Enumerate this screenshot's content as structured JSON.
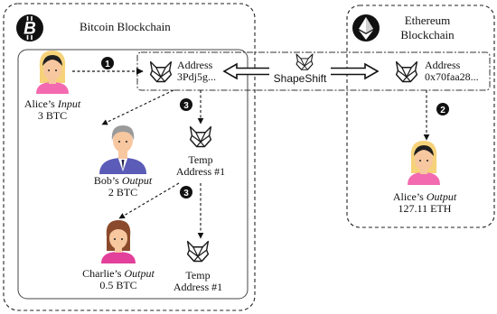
{
  "bitcoin": {
    "title": "Bitcoin Blockchain",
    "logo_icon": "bitcoin-logo-icon"
  },
  "ethereum": {
    "title_line1": "Ethereum",
    "title_line2": "Blockchain",
    "logo_icon": "ethereum-logo-icon"
  },
  "alice_input": {
    "name_prefix": "Alice’s ",
    "name_emph": "Input",
    "amount": "3 BTC",
    "icon": "woman-avatar-icon"
  },
  "btc_address": {
    "label": "Address",
    "value": "3Pdj5g...",
    "icon": "fox-icon"
  },
  "shapeshift": {
    "label": "ShapeShift",
    "icon": "fox-icon"
  },
  "eth_address": {
    "label": "Address",
    "value": "0x70faa28...",
    "icon": "fox-icon"
  },
  "bob_output": {
    "name_prefix": "Bob’s ",
    "name_emph": "Output",
    "amount": "2 BTC",
    "icon": "man-avatar-icon"
  },
  "temp1": {
    "line1": "Temp",
    "line2": "Address #1",
    "icon": "fox-icon"
  },
  "charlie_output": {
    "name_prefix": "Charlie’s ",
    "name_emph": "Output",
    "amount": "0.5 BTC",
    "icon": "woman-avatar-icon"
  },
  "temp2": {
    "line1": "Temp",
    "line2": "Address #1",
    "icon": "fox-icon"
  },
  "alice_output": {
    "name_prefix": "Alice’s ",
    "name_emph": "Output",
    "amount": "127.11 ETH",
    "icon": "woman-avatar-icon"
  },
  "steps": {
    "one": "1",
    "two": "2",
    "three": "3"
  },
  "colors": {
    "alice": "#f36ab0",
    "alice_hair": "#f6d27a",
    "bob": "#5b5bb8",
    "bob_hair": "#9a9a9a",
    "charlie": "#e2409a",
    "charlie_hair": "#8b4a2b",
    "skin": "#f7c7a0"
  }
}
